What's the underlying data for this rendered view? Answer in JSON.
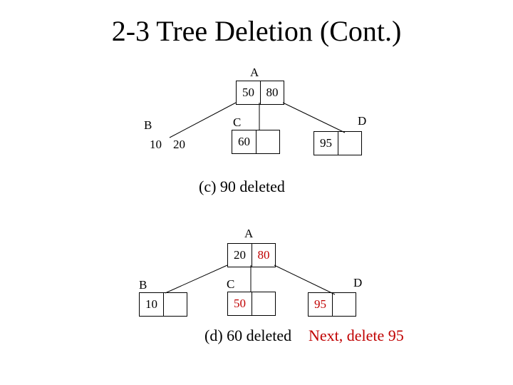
{
  "title": "2-3 Tree Deletion (Cont.)",
  "diagram_c": {
    "caption": "(c) 90 deleted",
    "nodes": {
      "A": {
        "label": "A",
        "keys": [
          "50",
          "80"
        ]
      },
      "B": {
        "label": "B",
        "keys": [
          "10",
          "20"
        ]
      },
      "C": {
        "label": "C",
        "keys": [
          "60",
          ""
        ]
      },
      "D": {
        "label": "D",
        "keys": [
          "95",
          ""
        ]
      }
    }
  },
  "diagram_d": {
    "caption": "(d) 60 deleted",
    "note": "Next, delete 95",
    "nodes": {
      "A": {
        "label": "A",
        "keys": [
          "20",
          "80"
        ]
      },
      "B": {
        "label": "B",
        "keys": [
          "10",
          ""
        ]
      },
      "C": {
        "label": "C",
        "keys": [
          "50",
          ""
        ]
      },
      "D": {
        "label": "D",
        "keys": [
          "95",
          ""
        ]
      }
    }
  },
  "colors": {
    "text": "#000000",
    "highlight": "#c00000"
  }
}
